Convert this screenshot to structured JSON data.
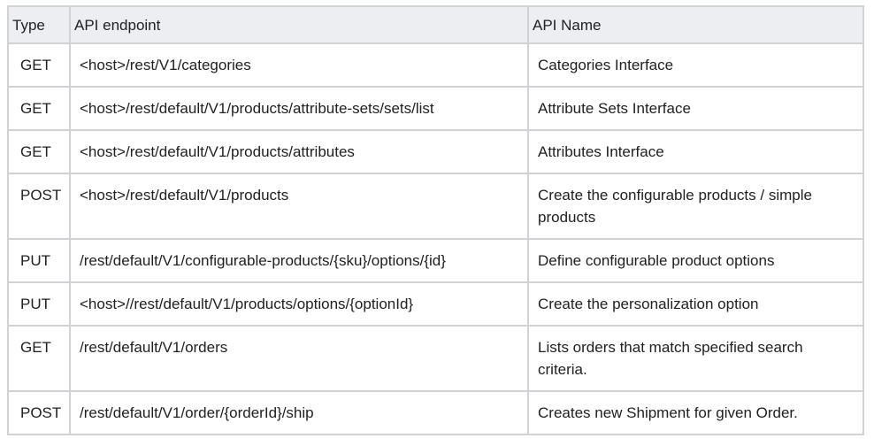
{
  "table": {
    "headers": {
      "type": "Type",
      "endpoint": "API endpoint",
      "name": "API Name"
    },
    "rows": [
      {
        "type": "GET",
        "endpoint": "<host>/rest/V1/categories",
        "name": "Categories Interface"
      },
      {
        "type": "GET",
        "endpoint": "<host>/rest/default/V1/products/attribute-sets/sets/list",
        "name": "Attribute Sets Interface"
      },
      {
        "type": "GET",
        "endpoint": "<host>/rest/default/V1/products/attributes",
        "name": "Attributes Interface"
      },
      {
        "type": "POST",
        "endpoint": "<host>/rest/default/V1/products",
        "name": "Create the configurable products / simple products"
      },
      {
        "type": "PUT",
        "endpoint": "/rest/default/V1/configurable-products/{sku}/options/{id}",
        "name": "Define configurable product options"
      },
      {
        "type": "PUT",
        "endpoint": "<host>//rest/default/V1/products/options/{optionId}",
        "name": "Create the personalization option"
      },
      {
        "type": "GET",
        "endpoint": "/rest/default/V1/orders",
        "name": "Lists orders that match specified search criteria."
      },
      {
        "type": "POST",
        "endpoint": "/rest/default/V1/order/{orderId}/ship",
        "name": "Creates new Shipment for given Order."
      }
    ]
  }
}
